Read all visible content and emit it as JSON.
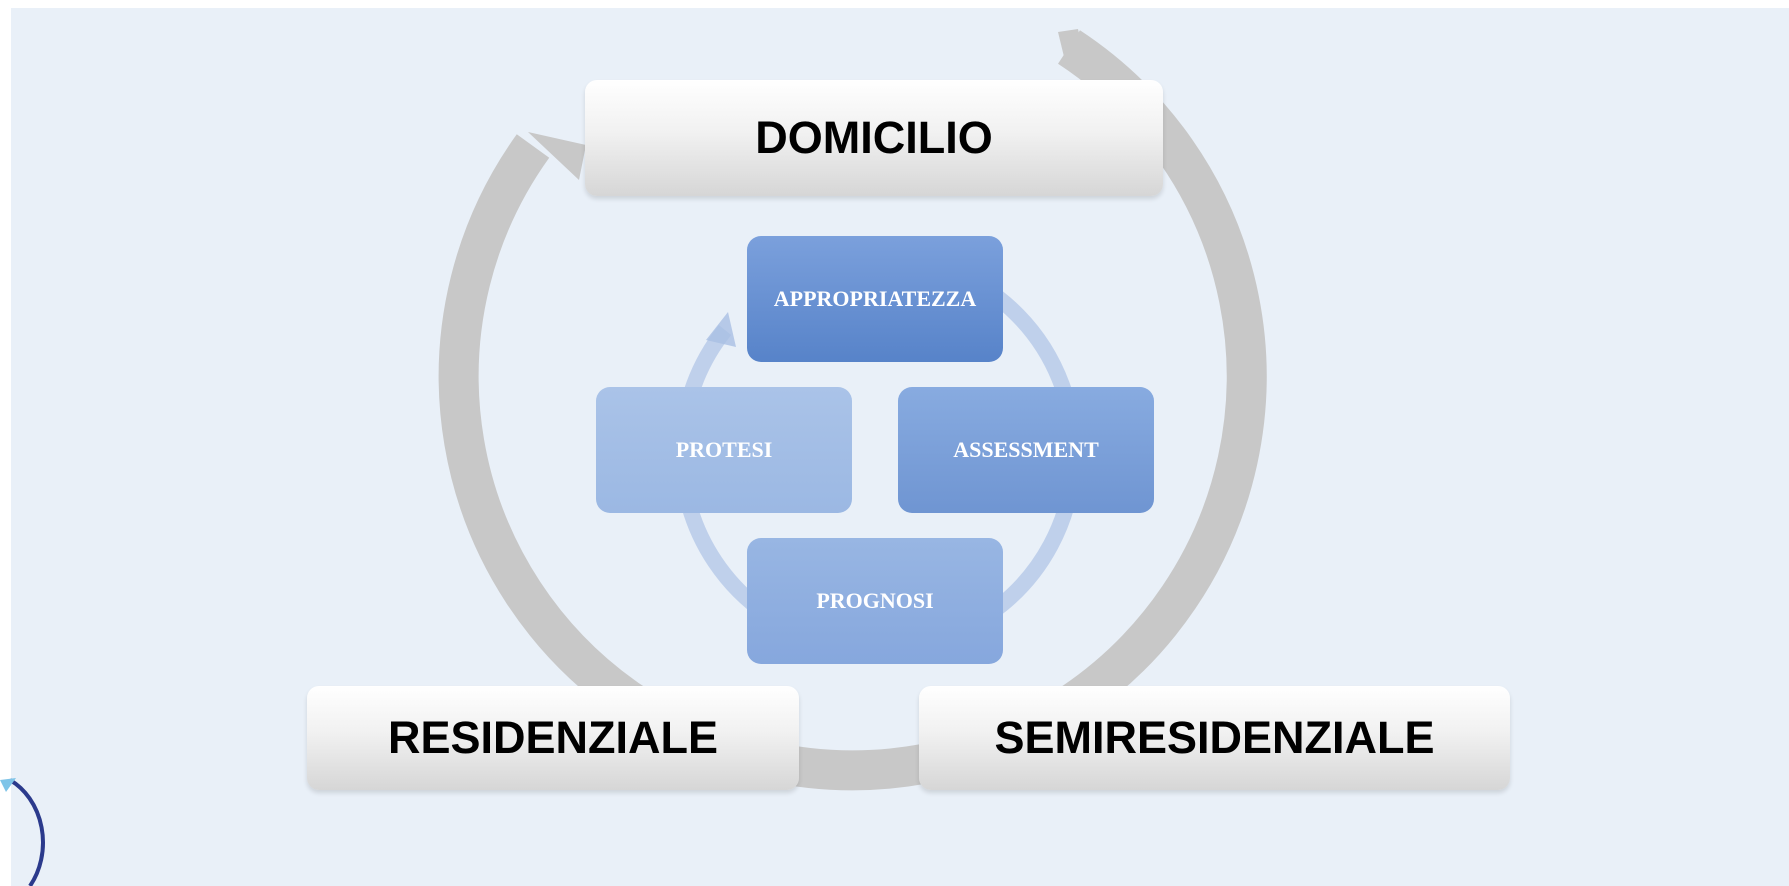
{
  "diagram": {
    "outer_cycle": {
      "settings": [
        "DOMICILIO",
        "RESIDENZIALE",
        "SEMIRESIDENZIALE"
      ],
      "arrow_color": "#c8c8c8"
    },
    "inner_cycle": {
      "steps": [
        "APPROPRIATEZZA",
        "ASSESSMENT",
        "PROGNOSI",
        "PROTESI"
      ],
      "arrow_color": "#a9bfe3",
      "box_color": "#5f8bcf"
    }
  },
  "colors": {
    "background": "#e9f0f8",
    "corner_arc": "#2b3a8c",
    "corner_arc_accent": "#7fc4e8"
  }
}
